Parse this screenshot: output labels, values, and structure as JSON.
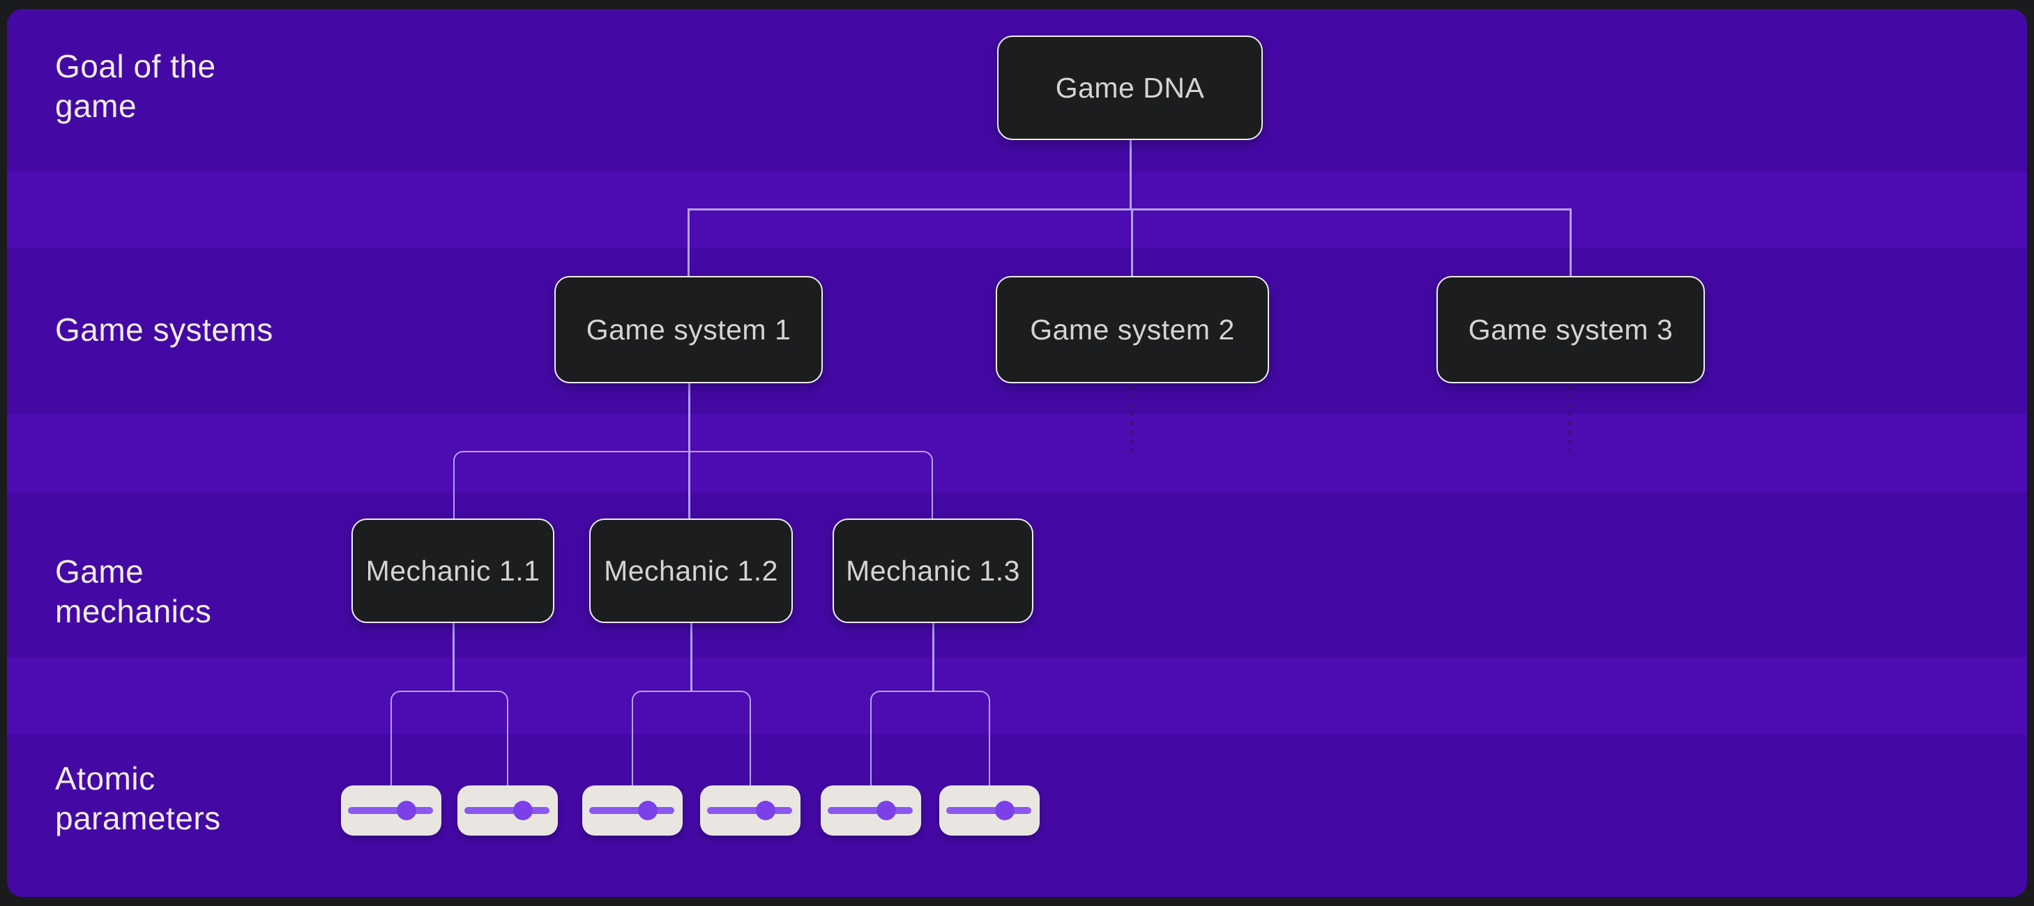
{
  "colors": {
    "frame": "#1A1B1D",
    "panel_dark": "#4409A4",
    "panel_light": "#4D0BB2",
    "node_bg": "#1C1D1F",
    "node_border": "#EFECF2",
    "node_text": "#D7D4D0",
    "label_text": "#F1EEEB",
    "connector": "#B3A1F1",
    "connector_dotted": "#2E1D54",
    "slider_bg": "#E9E6E2",
    "slider_track": "#8A58EF",
    "slider_knob": "#7C40E8"
  },
  "row_labels": [
    {
      "text": "Goal of the\ngame"
    },
    {
      "text": "Game systems"
    },
    {
      "text": "Game\nmechanics"
    },
    {
      "text": "Atomic\nparameters"
    }
  ],
  "nodes": {
    "root": {
      "label": "Game DNA"
    },
    "systems": [
      {
        "label": "Game system 1"
      },
      {
        "label": "Game system 2"
      },
      {
        "label": "Game system 3"
      }
    ],
    "mechanics": [
      {
        "label": "Mechanic 1.1"
      },
      {
        "label": "Mechanic 1.2"
      },
      {
        "label": "Mechanic 1.3"
      }
    ]
  },
  "sliders": [
    {
      "value": 69
    },
    {
      "value": 69
    },
    {
      "value": 69
    },
    {
      "value": 69
    },
    {
      "value": 69
    },
    {
      "value": 69
    }
  ]
}
